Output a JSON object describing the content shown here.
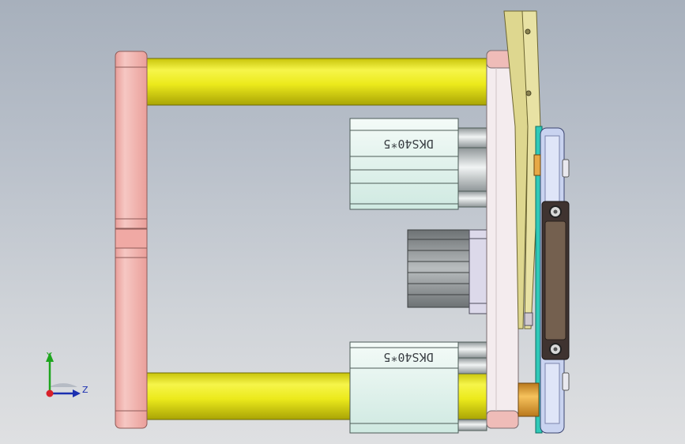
{
  "viewport": {
    "background_top": "#a7b0bc",
    "background_bottom": "#dfe0e2"
  },
  "model": {
    "cylinder_label_top": "DKS40*5",
    "cylinder_label_bottom": "DKS40*5",
    "colors": {
      "end_plate": "#f2b9b5",
      "rod": "#f0ee1e",
      "mid_plate": "#f3e8ea",
      "cylinder_body": "#def3ec",
      "bracket": "#d8d28a",
      "rail": "#2fc9b8",
      "slide_block": "#c9d3f0",
      "handle": "#6e5a4f",
      "coupling": "#e2a33a",
      "motor": "#9ea3a5"
    }
  },
  "triad": {
    "y_label": "Y",
    "z_label": "Z",
    "y_color": "#1da51d",
    "z_color": "#1b2fb0",
    "x_color": "#d8202a"
  }
}
